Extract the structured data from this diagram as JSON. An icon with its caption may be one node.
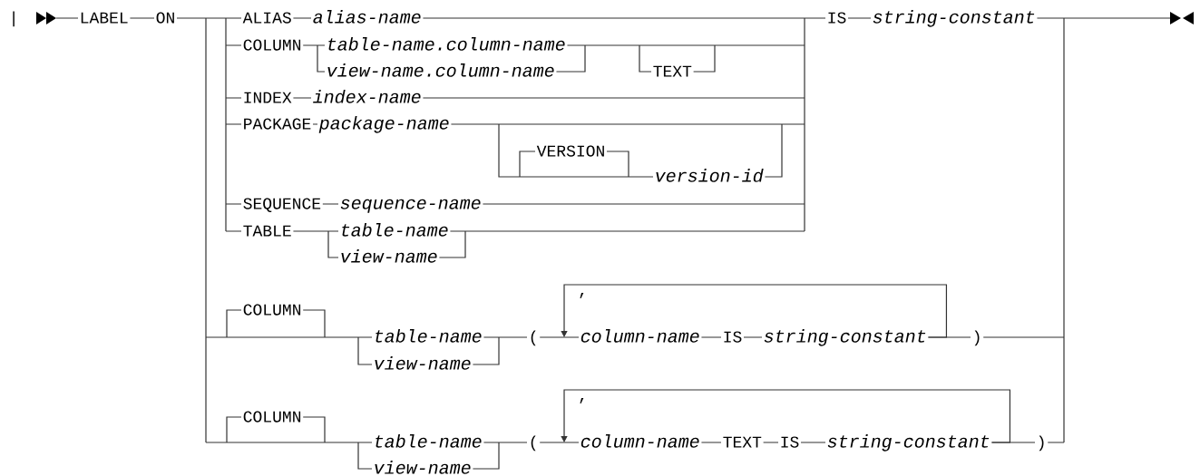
{
  "diagram": {
    "nodes": [
      {
        "text": [
          "column-name"
        ]
      },
      {
        "text": [
          "string-constant"
        ]
      },
      {
        "text": [
          "column-name"
        ]
      },
      {
        "text": [
          "string-constant"
        ]
      }
    ],
    "edges": [
      {
        "from": 1,
        "to": 0,
        "arrow": "to",
        "label": ","
      },
      {
        "from": 3,
        "to": 2,
        "arrow": "to",
        "label": ","
      }
    ],
    "labels": [
      "|",
      "LABEL",
      "ON",
      "ALIAS",
      "alias-name",
      "IS",
      "string-constant",
      "COLUMN",
      "table-name.column-name",
      "view-name.column-name",
      "TEXT",
      "INDEX",
      "index-name",
      "PACKAGE",
      "package-name",
      "VERSION",
      "version-id",
      "SEQUENCE",
      "sequence-name",
      "TABLE",
      "table-name",
      "view-name",
      "COLUMN",
      "table-name",
      "(",
      "IS",
      ")",
      "view-name",
      "COLUMN",
      "table-name",
      "(",
      "TEXT",
      "IS",
      ")",
      "view-name"
    ]
  }
}
